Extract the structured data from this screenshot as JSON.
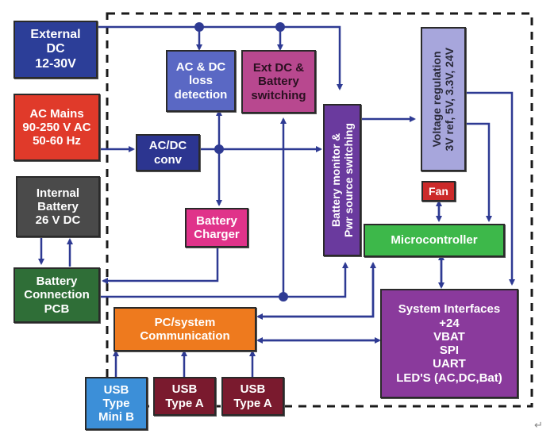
{
  "diagram": {
    "colors": {
      "line": "#2e3a93",
      "dash_border": "#1a1a1a"
    },
    "blocks": {
      "external_dc": {
        "text": "External\nDC\n12-30V",
        "bg": "#2c3e98",
        "fg": "#ffffff"
      },
      "ac_mains": {
        "text": "AC Mains\n90-250 V AC\n50-60 Hz",
        "bg": "#e03a2a",
        "fg": "#ffffff"
      },
      "internal_battery": {
        "text": "Internal\nBattery\n26 V DC",
        "bg": "#4a4a4a",
        "fg": "#ffffff"
      },
      "battery_connection_pcb": {
        "text": "Battery\nConnection\nPCB",
        "bg": "#2f6e37",
        "fg": "#ffffff"
      },
      "ac_dc_loss_detection": {
        "text": "AC & DC\nloss\ndetection",
        "bg": "#5a68c4",
        "fg": "#ffffff"
      },
      "ext_dc_battery_switching": {
        "text": "Ext DC &\nBattery\nswitching",
        "bg": "#b8488f",
        "fg": "#2a1020"
      },
      "ac_dc_conv": {
        "text": "AC/DC\nconv",
        "bg": "#2c3590",
        "fg": "#ffffff"
      },
      "battery_charger": {
        "text": "Battery\nCharger",
        "bg": "#e0338a",
        "fg": "#ffffff"
      },
      "battery_monitor": {
        "text": "Battery monitor &\nPwr source switching",
        "bg": "#6a3a9e",
        "fg": "#ffffff"
      },
      "voltage_regulation": {
        "text": "Voltage regulation\n3V ref, 5V, 3.3V, 24V",
        "bg": "#a7a6dc",
        "fg": "#2a2a3a"
      },
      "fan": {
        "text": "Fan",
        "bg": "#cc2a2a",
        "fg": "#ffffff"
      },
      "microcontroller": {
        "text": "Microcontroller",
        "bg": "#3db84a",
        "fg": "#ffffff"
      },
      "system_interfaces": {
        "text": "System Interfaces\n+24\nVBAT\nSPI\nUART\nLED'S (AC,DC,Bat)",
        "bg": "#8a3a9c",
        "fg": "#ffffff"
      },
      "pc_system_communication": {
        "text": "PC/system\nCommunication",
        "bg": "#ee7a1e",
        "fg": "#ffffff"
      },
      "usb_mini_b": {
        "text": "USB\nType\nMini B",
        "bg": "#3c8fd8",
        "fg": "#ffffff"
      },
      "usb_type_a_1": {
        "text": "USB\nType A",
        "bg": "#7a1a2e",
        "fg": "#ffffff"
      },
      "usb_type_a_2": {
        "text": "USB\nType A",
        "bg": "#7a1a2e",
        "fg": "#ffffff"
      }
    },
    "return_glyph": "↵"
  }
}
